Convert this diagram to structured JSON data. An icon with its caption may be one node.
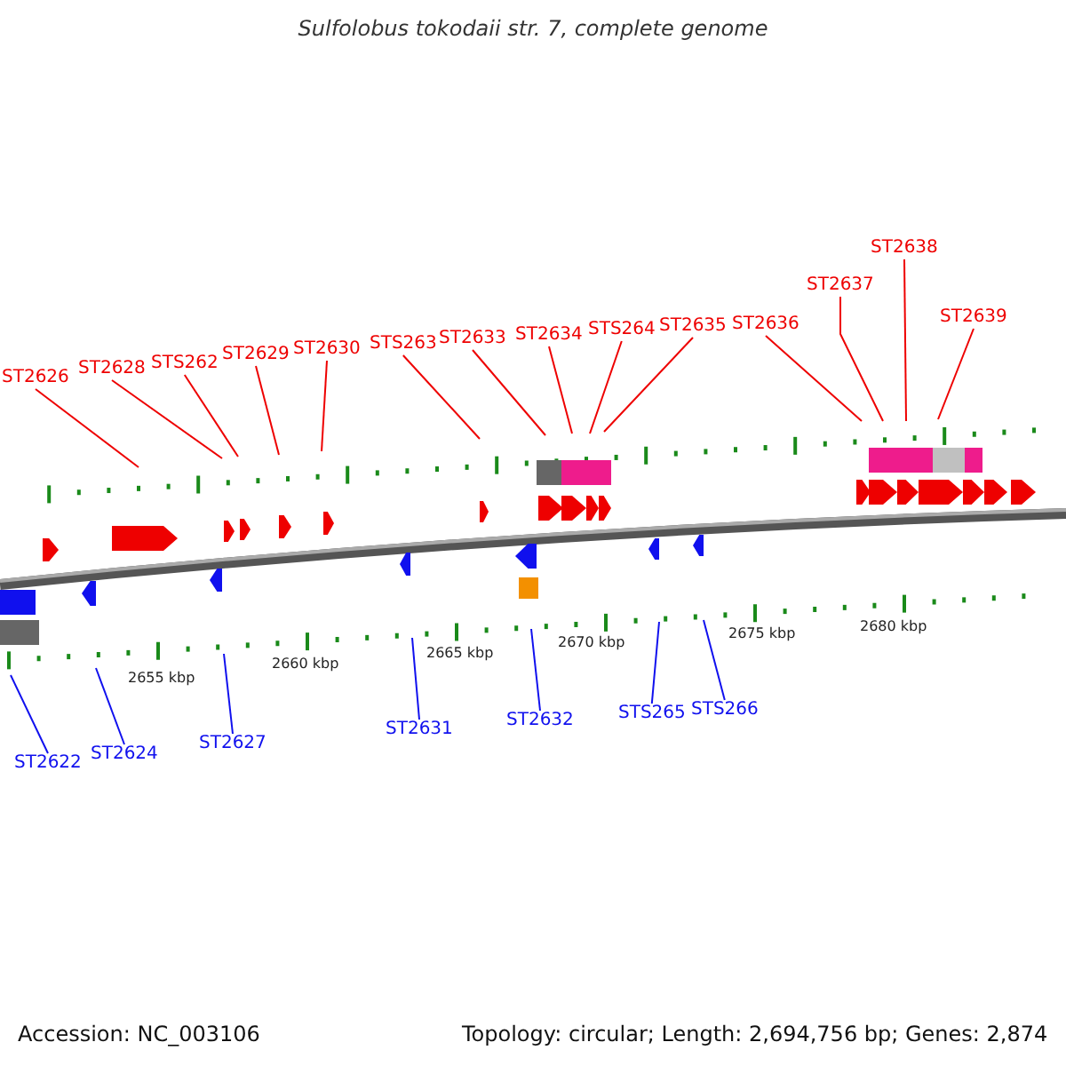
{
  "diagram": {
    "title": "Sulfolobus tokodaii str. 7, complete genome",
    "nodes": [
      {
        "text": [
          "ST2626"
        ]
      },
      {
        "text": [
          "ST2628"
        ]
      },
      {
        "text": [
          "STS262"
        ]
      },
      {
        "text": [
          "ST2629"
        ]
      },
      {
        "text": [
          "ST2630"
        ]
      },
      {
        "text": [
          "STS263"
        ]
      },
      {
        "text": [
          "ST2633"
        ]
      },
      {
        "text": [
          "ST2634"
        ]
      },
      {
        "text": [
          "STS264"
        ]
      },
      {
        "text": [
          "ST2635"
        ]
      },
      {
        "text": [
          "ST2636"
        ]
      },
      {
        "text": [
          "ST2637"
        ]
      },
      {
        "text": [
          "ST2638"
        ]
      },
      {
        "text": [
          "ST2639"
        ]
      },
      {
        "text": [
          "ST2622"
        ]
      },
      {
        "text": [
          "ST2624"
        ]
      },
      {
        "text": [
          "ST2627"
        ]
      },
      {
        "text": [
          "ST2631"
        ]
      },
      {
        "text": [
          "ST2632"
        ]
      },
      {
        "text": [
          "STS265"
        ]
      },
      {
        "text": [
          "STS266"
        ]
      }
    ],
    "edges": [
      {
        "from": 0,
        "to": null,
        "arrow": "none"
      },
      {
        "from": 1,
        "to": null,
        "arrow": "none"
      },
      {
        "from": 2,
        "to": null,
        "arrow": "none"
      },
      {
        "from": 3,
        "to": null,
        "arrow": "none"
      },
      {
        "from": 4,
        "to": null,
        "arrow": "none"
      },
      {
        "from": 5,
        "to": null,
        "arrow": "none"
      },
      {
        "from": 6,
        "to": null,
        "arrow": "none"
      },
      {
        "from": 7,
        "to": null,
        "arrow": "none"
      },
      {
        "from": 8,
        "to": null,
        "arrow": "none"
      },
      {
        "from": 9,
        "to": null,
        "arrow": "none"
      },
      {
        "from": 10,
        "to": null,
        "arrow": "none"
      },
      {
        "from": 11,
        "to": null,
        "arrow": "none"
      },
      {
        "from": 12,
        "to": null,
        "arrow": "none"
      },
      {
        "from": 13,
        "to": null,
        "arrow": "none"
      },
      {
        "from": 14,
        "to": null,
        "arrow": "none",
        "color": "#1010ee"
      },
      {
        "from": 15,
        "to": null,
        "arrow": "none",
        "color": "#1010ee"
      },
      {
        "from": 16,
        "to": null,
        "arrow": "none",
        "color": "#1010ee"
      },
      {
        "from": 17,
        "to": null,
        "arrow": "none",
        "color": "#1010ee"
      },
      {
        "from": 18,
        "to": null,
        "arrow": "none",
        "color": "#1010ee"
      },
      {
        "from": 19,
        "to": null,
        "arrow": "none",
        "color": "#1010ee"
      },
      {
        "from": 20,
        "to": null,
        "arrow": "none",
        "color": "#1010ee"
      }
    ],
    "labels": [
      "2655 kbp",
      "2660 kbp",
      "2665 kbp",
      "2670 kbp",
      "2675 kbp",
      "2680 kbp",
      "Accession: NC_003106",
      "Topology: circular; Length: 2,694,756 bp; Genes: 2,874"
    ]
  }
}
